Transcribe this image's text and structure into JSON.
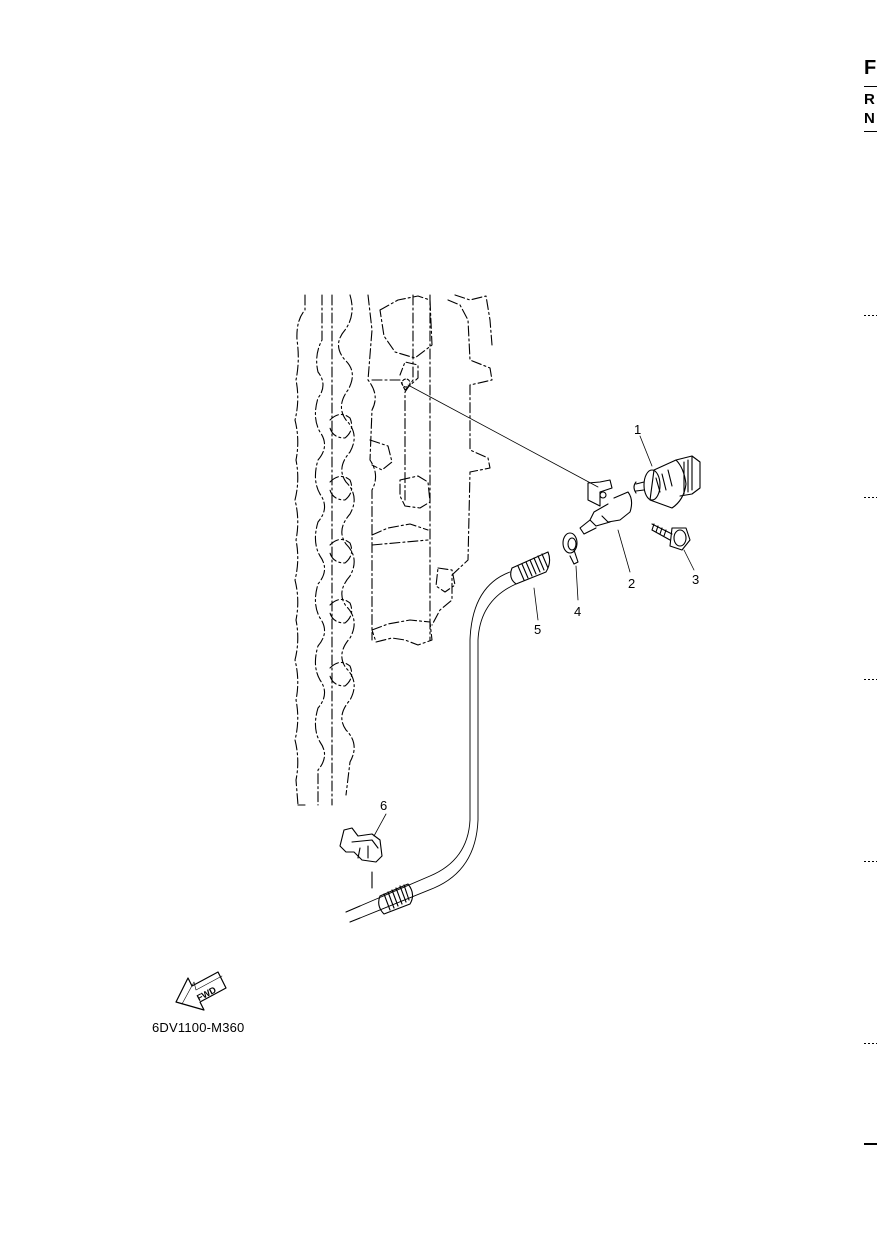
{
  "side_index": {
    "letter_main": "F",
    "letter_2": "R",
    "letter_3": "N"
  },
  "callouts": [
    "1",
    "2",
    "3",
    "4",
    "5",
    "6"
  ],
  "fwd_label": "FWD",
  "drawing_code": "6DV1100-M360"
}
